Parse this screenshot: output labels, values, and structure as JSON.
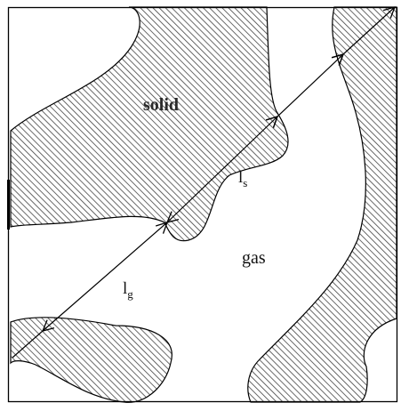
{
  "diagram": {
    "labels": {
      "solid": "solid",
      "gas": "gas",
      "ls_main": "l",
      "ls_sub": "s",
      "lg_main": "l",
      "lg_sub": "g"
    },
    "colors": {
      "frame": "#000000",
      "hatch": "#444444",
      "hatch_background": "#ffffff",
      "outline": "#000000",
      "arrow": "#000000"
    },
    "regions": [
      "solid-region-top",
      "solid-region-right",
      "solid-region-bottom-left"
    ]
  }
}
